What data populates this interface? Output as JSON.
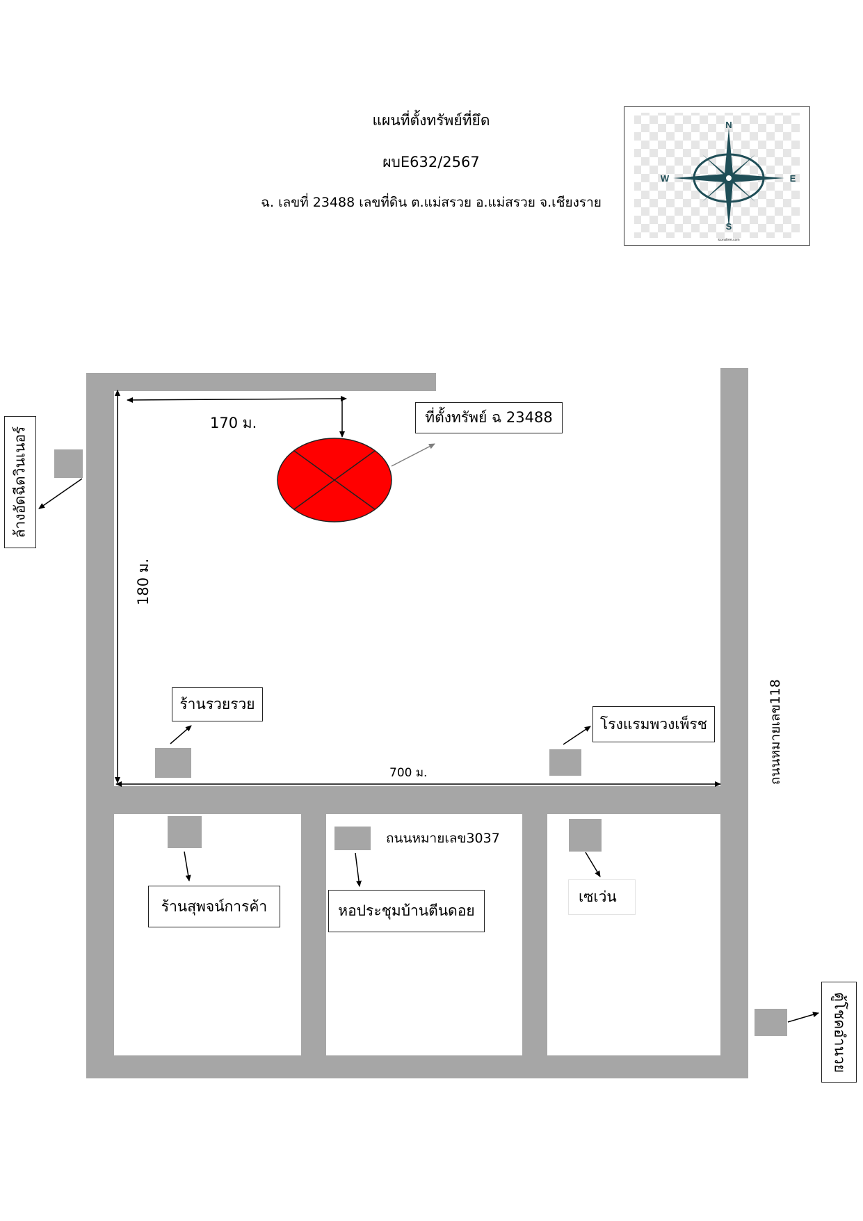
{
  "header": {
    "title": "แผนที่ตั้งทรัพย์ที่ยึด",
    "case_no": "ผบE632/2567",
    "address": "ฉ. เลขที่ 23488 เลขที่ดิน ต.แม่สรวย อ.แม่สรวย จ.เชียงราย"
  },
  "compass": {
    "n": "N",
    "s": "S",
    "e": "E",
    "w": "W",
    "credit": "iconstree.com",
    "color": "#1f4e57"
  },
  "map": {
    "road_color": "#a6a6a6",
    "property_color": "#ff0000",
    "property_label": "ที่ตั้งทรัพย์ ฉ 23488",
    "dist_top": "170 ม.",
    "dist_left": "180 ม.",
    "dist_bottom": "700 ม.",
    "road_right": "ถนนหมายเลข118",
    "road_inner": "ถนนหมายเลข3037",
    "landmarks": {
      "car_wash": "ล้างอัดฉีดวินเนอร์",
      "shop_ruay": "ร้านรวยรวย",
      "hotel": "โรงแรมพวงเพ็รช",
      "shop_suphot": "ร้านสุพจน์การค้า",
      "hall": "หอประชุมบ้านตีนดอย",
      "seven": "เซเว่น",
      "lottery": "ตู้โชคอำนวย"
    }
  }
}
